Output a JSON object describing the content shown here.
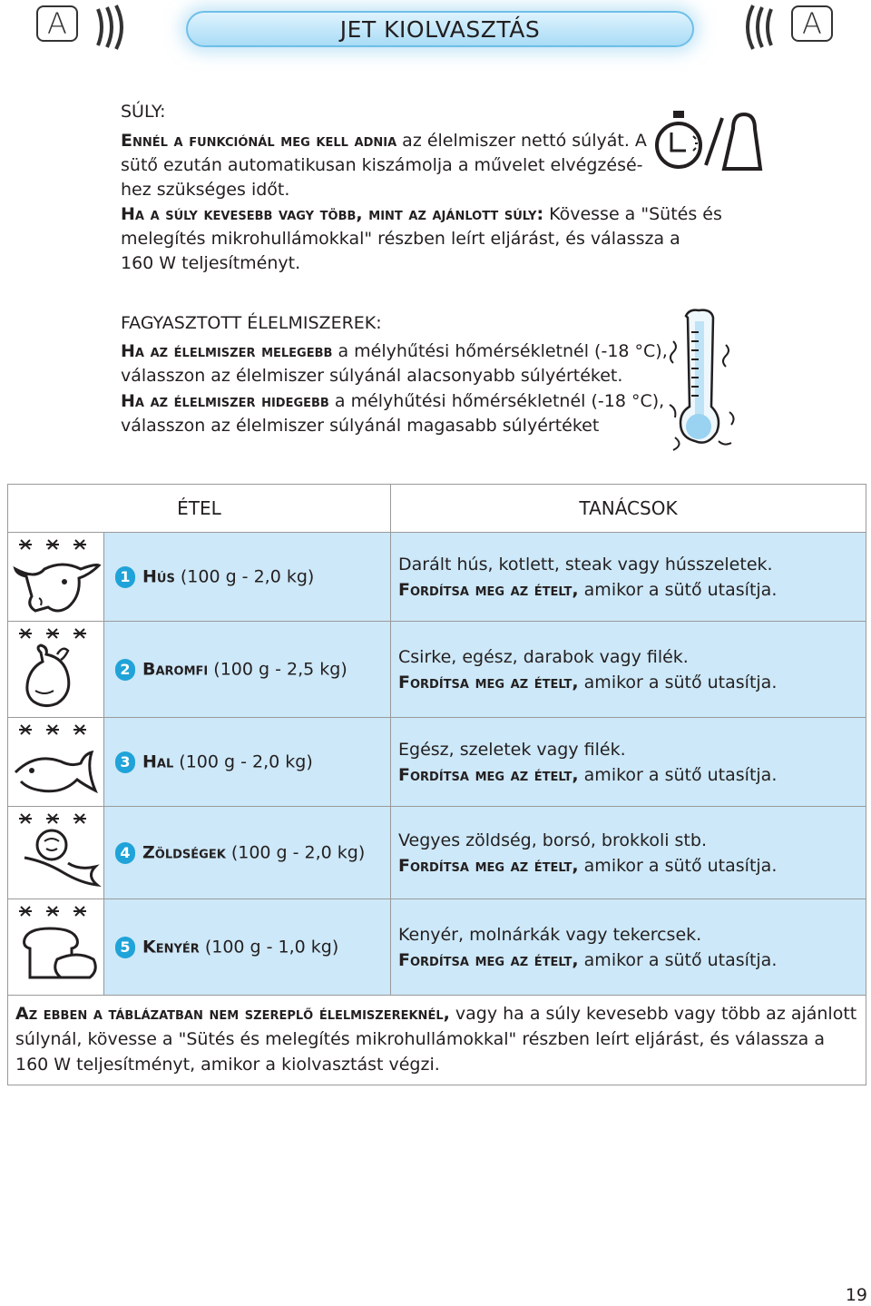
{
  "header": {
    "left_badge": "A",
    "right_badge": "A",
    "title": "JET KIOLVASZTÁS"
  },
  "weight": {
    "heading": "SÚLY:",
    "p1_lead": "Ennél a funkciónál meg kell adnia",
    "p1_l1": " az élelmiszer nettó súlyát. A",
    "p1_l2": "sütő ezután automatikusan kiszámolja a művelet elvégzésé-",
    "p1_l3": "hez szükséges időt.",
    "p2_lead": "Ha a súly kevesebb vagy több, mint az ajánlott súly:",
    "p2_l1": " Kövesse a \"Sütés és",
    "p2_l2": "melegítés mikrohullámokkal\" részben leírt eljárást, és válassza a",
    "p2_l3": "160 W teljesítményt."
  },
  "frozen": {
    "heading": "FAGYASZTOTT ÉLELMISZEREK:",
    "a_lead": "Ha az élelmiszer melegebb",
    "a_l1": " a mélyhűtési hőmérsékletnél (-18 °C),",
    "a_l2": "válasszon az élelmiszer súlyánál alacsonyabb súlyértéket.",
    "b_lead": "Ha az élelmiszer hidegebb",
    "b_l1": " a mélyhűtési hőmérsékletnél (-18 °C),",
    "b_l2": "válasszon az élelmiszer súlyánál magasabb súlyértéket"
  },
  "table": {
    "col_food": "ÉTEL",
    "col_tips": "TANÁCSOK",
    "turn_lead": "Fordítsa meg az ételt,",
    "turn_rest": " amikor a sütő utasítja.",
    "rows": [
      {
        "num": "1",
        "name": "Hús",
        "range": " (100 g - 2,0 kg)",
        "tip": "Darált hús, kotlett, steak vagy hússzeletek.",
        "icon": "cow-icon"
      },
      {
        "num": "2",
        "name": "Baromfi",
        "range": " (100 g - 2,5 kg)",
        "tip": "Csirke, egész, darabok vagy filék.",
        "icon": "chicken-icon"
      },
      {
        "num": "3",
        "name": "Hal",
        "range": " (100 g - 2,0 kg)",
        "tip": "Egész, szeletek vagy filék.",
        "icon": "fish-icon"
      },
      {
        "num": "4",
        "name": "Zöldségek",
        "range": " (100 g - 2,0 kg)",
        "tip": "Vegyes zöldség, borsó, brokkoli stb.",
        "icon": "vegetable-icon"
      },
      {
        "num": "5",
        "name": "Kenyér",
        "range": " (100 g - 1,0 kg)",
        "tip": "Kenyér, molnárkák vagy tekercsek.",
        "icon": "bread-icon"
      }
    ],
    "foot_lead": "Az ebben a táblázatban nem szereplő élelmiszereknél,",
    "foot_l1": " vagy ha a súly kevesebb vagy több az ajánlott",
    "foot_l2": "súlynál, kövesse a \"Sütés és melegítés mikrohullámokkal\" részben leírt eljárást, és válassza a",
    "foot_l3": "160 W teljesítményt, amikor a kiolvasztást végzi."
  },
  "page_number": "19",
  "colors": {
    "row_bg": "#cde8f8",
    "accent": "#1fa3d8"
  }
}
